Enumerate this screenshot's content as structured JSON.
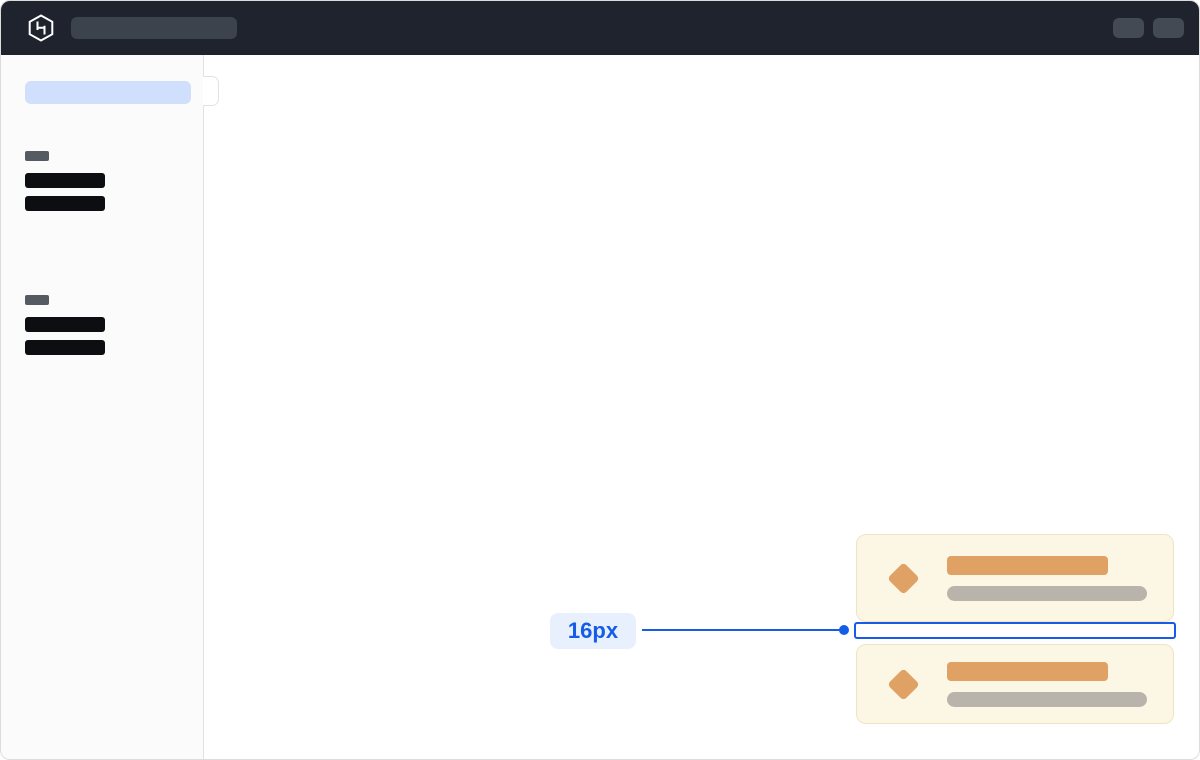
{
  "header": {
    "logo_icon": "hashicorp-logo",
    "search_skeleton": "empty-search-placeholder",
    "right_controls": [
      "user-control-skeleton",
      "user-control-skeleton"
    ]
  },
  "sidebar": {
    "active_item_skeleton": "selected-nav-placeholder",
    "sections": [
      {
        "label_skeleton": true,
        "items": [
          "nav-item-skeleton",
          "nav-item-skeleton"
        ]
      },
      {
        "label_skeleton": true,
        "items": [
          "nav-item-skeleton",
          "nav-item-skeleton"
        ]
      }
    ]
  },
  "cards": [
    {
      "icon": "diamond",
      "title_skeleton": true,
      "description_skeleton": true
    },
    {
      "icon": "diamond",
      "title_skeleton": true,
      "description_skeleton": true
    }
  ],
  "annotation": {
    "spacing_value": "16px"
  },
  "colors": {
    "accent_blue": "#155CE8",
    "annotation_bg": "#E9F0FD",
    "topbar_dark": "#1E232E",
    "sidebar_bg": "#FBFBFB",
    "selected_nav_blue": "#CFDFFC",
    "card_background": "#FCF6E4",
    "card_border": "#F0E3C0",
    "icon_orange": "#DFA164",
    "skeleton_gray": "#B8B4AB",
    "nav_skeleton_black": "#0C0E12"
  }
}
